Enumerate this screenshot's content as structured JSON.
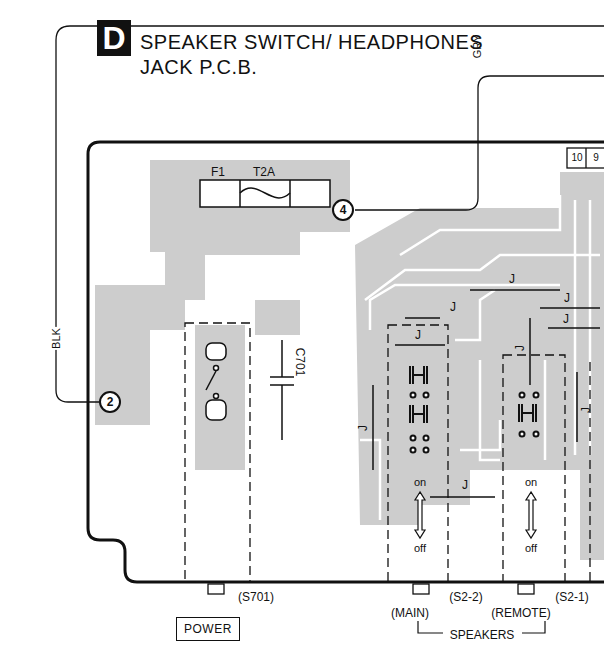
{
  "diagram": {
    "title": "SPEAKER SWITCH/ HEADPHONES JACK P.C.B.",
    "nodes": [
      {
        "text": [
          "D"
        ]
      },
      {
        "text": [
          "4"
        ]
      },
      {
        "text": [
          "2"
        ]
      },
      {
        "text": [
          "POWER"
        ]
      }
    ],
    "labels": [
      "F1",
      "T2A",
      "GRY",
      "BLK",
      "10",
      "9",
      "J",
      "J",
      "J",
      "J",
      "J",
      "J",
      "J",
      "J",
      "J",
      "C701",
      "on",
      "off",
      "on",
      "off",
      "(S701)",
      "(S2-2)",
      "(S2-1)",
      "(MAIN)",
      "(REMOTE)",
      "SPEAKERS"
    ]
  }
}
